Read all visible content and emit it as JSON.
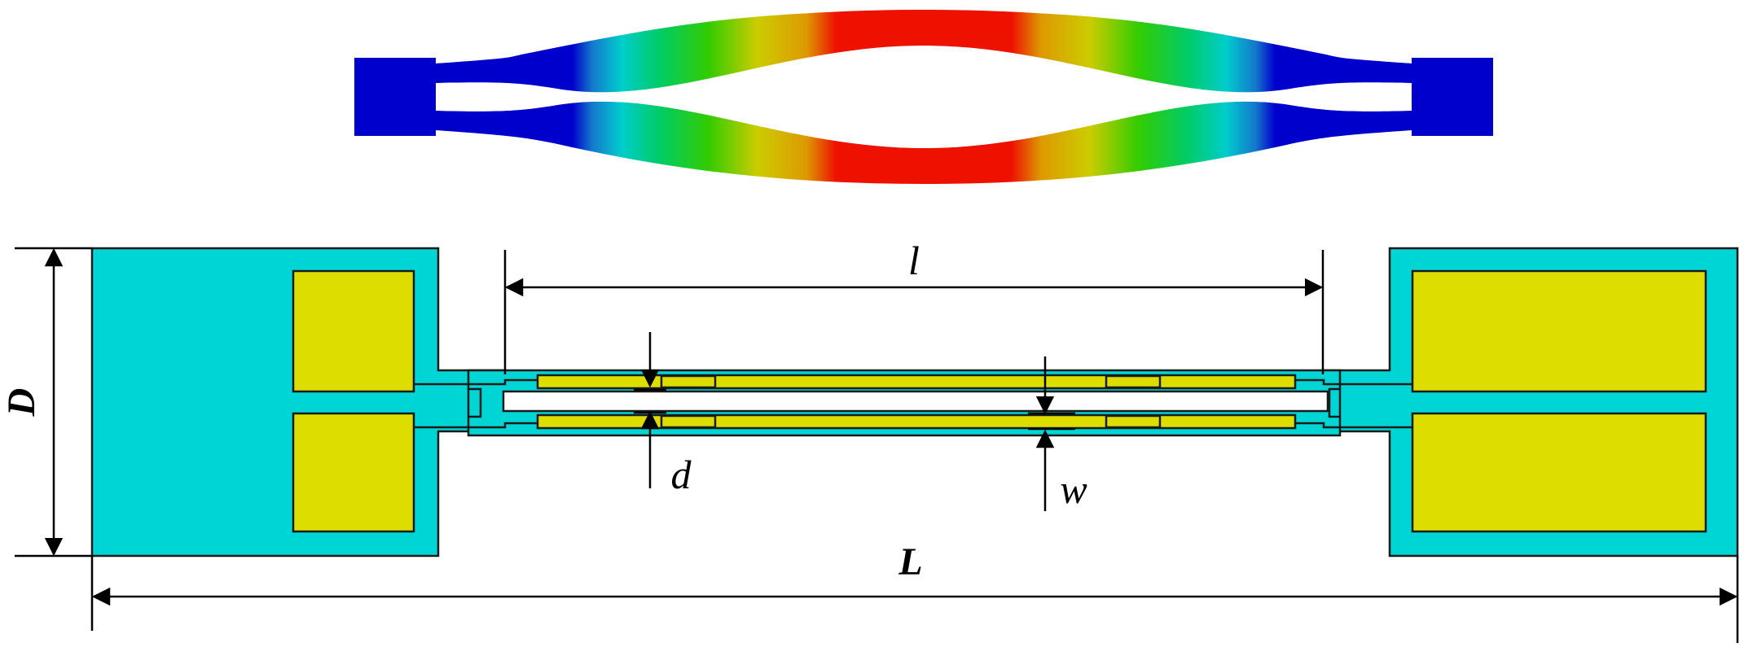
{
  "labels": {
    "beam_length": "l",
    "total_length": "L",
    "width_D": "D",
    "gap_d": "d",
    "beam_width_w": "w"
  },
  "colors": {
    "substrate": "#00d5d5",
    "metal": "#dddd00",
    "outline": "#1a1a1a",
    "mode_gradient": [
      "#0000cc",
      "#0a5ad2",
      "#00a0dc",
      "#00cccc",
      "#00cc88",
      "#00cc22",
      "#55cc00",
      "#aacc00",
      "#cccc00",
      "#dd9900",
      "#ee4400",
      "#ee0000"
    ]
  },
  "icons": {
    "mode_shape": "deformed-beam-mode-shape",
    "dimension_arrow": "dimension-arrow"
  }
}
